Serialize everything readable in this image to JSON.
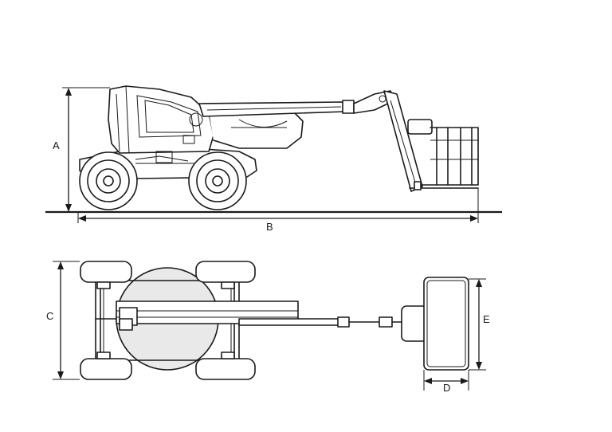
{
  "dimension_labels": {
    "a": "A",
    "b": "B",
    "c": "C",
    "d": "D",
    "e": "E"
  },
  "colors": {
    "line": "#1a1a1a",
    "background": "#ffffff"
  }
}
